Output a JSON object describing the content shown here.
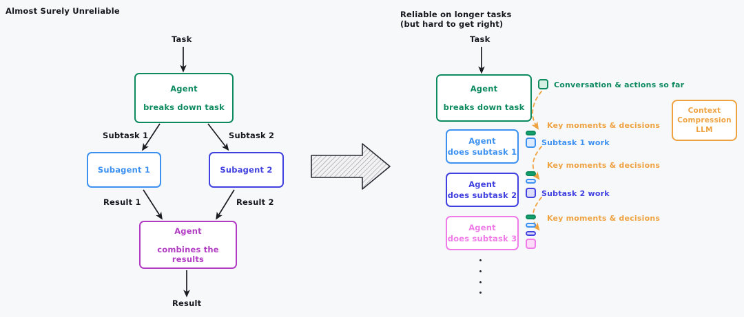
{
  "meta": {
    "background": "#f7f8fa",
    "colors": {
      "green": "#0e8a5f",
      "blue": "#3b90f0",
      "indigo": "#4040e0",
      "purple": "#b23bc4",
      "pink": "#ef7ae8",
      "orange": "#eea240",
      "ink": "#16161d"
    }
  },
  "left_panel": {
    "title": "Almost Surely Unreliable",
    "input_label": "Task",
    "orchestrator": {
      "line1": "Agent",
      "line2": "breaks down task"
    },
    "edge_labels": {
      "subtask1": "Subtask 1",
      "subtask2": "Subtask 2",
      "result1": "Result 1",
      "result2": "Result 2"
    },
    "subagents": [
      {
        "line1": "Subagent 1",
        "line2": ""
      },
      {
        "line1": "Subagent 2",
        "line2": ""
      }
    ],
    "combiner": {
      "line1": "Agent",
      "line2": "combines the results"
    },
    "output_label": "Result"
  },
  "transition": {
    "arrow_icon": "block-arrow-right-icon"
  },
  "right_panel": {
    "title": "Reliable on longer tasks\n(but hard to get right)",
    "input_label": "Task",
    "orchestrator": {
      "line1": "Agent",
      "line2": "breaks down task"
    },
    "agents": [
      {
        "line1": "Agent",
        "line2": "does subtask 1"
      },
      {
        "line1": "Agent",
        "line2": "does subtask 2"
      },
      {
        "line1": "Agent",
        "line2": "does subtask 3"
      }
    ],
    "context_labels": {
      "conversation": "Conversation & actions so far",
      "subtask1_work": "Subtask 1 work",
      "subtask2_work": "Subtask 2 work"
    },
    "compression_labels": [
      "Key moments & decisions",
      "Key moments & decisions",
      "Key moments & decisions"
    ],
    "sidebox": {
      "line1": "Context",
      "line2": "Compression",
      "line3": "LLM"
    },
    "continuation": "vertical-ellipsis"
  }
}
